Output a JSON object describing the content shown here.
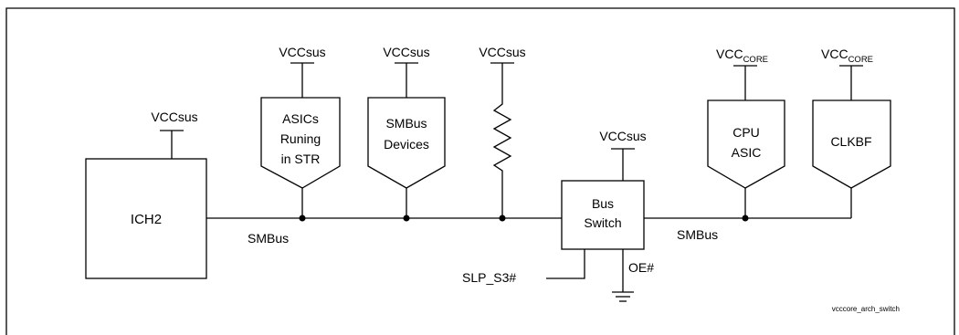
{
  "blocks": {
    "ich2": "ICH2",
    "asics": [
      "ASICs",
      "Runing",
      "in STR"
    ],
    "smbus_devices": [
      "SMBus",
      "Devices"
    ],
    "bus_switch": [
      "Bus",
      "Switch"
    ],
    "cpu_asic": [
      "CPU",
      "ASIC"
    ],
    "clkbf": "CLKBF"
  },
  "power": {
    "vccsus": "VCCsus",
    "vcc": "VCC",
    "core": "CORE"
  },
  "signals": {
    "smbus_left": "SMBus",
    "smbus_right": "SMBus",
    "slp_s3": "SLP_S3#",
    "oe": "OE#"
  },
  "figure_id": "vcccore_arch_switch"
}
